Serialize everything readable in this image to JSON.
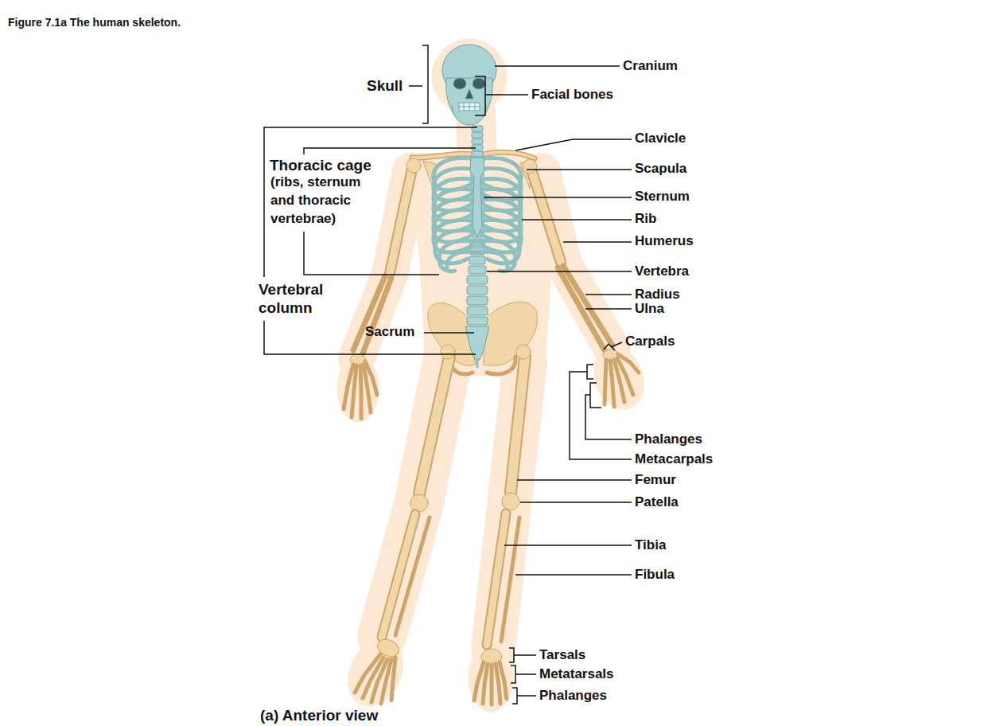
{
  "diagram": {
    "title": "Figure 7.1a The human skeleton.",
    "caption": "(a) Anterior view",
    "labels": [
      "Skull",
      "Cranium",
      "Facial bones",
      "Clavicle",
      "Thoracic cage",
      "(ribs, sternum and thoracic vertebrae)",
      "Scapula",
      "Sternum",
      "Rib",
      "Humerus",
      "Vertebra",
      "Vertebral column",
      "Radius",
      "Ulna",
      "Sacrum",
      "Carpals",
      "Phalanges",
      "Metacarpals",
      "Femur",
      "Patella",
      "Tibia",
      "Fibula",
      "Tarsals",
      "Metatarsals",
      "Phalanges"
    ]
  }
}
